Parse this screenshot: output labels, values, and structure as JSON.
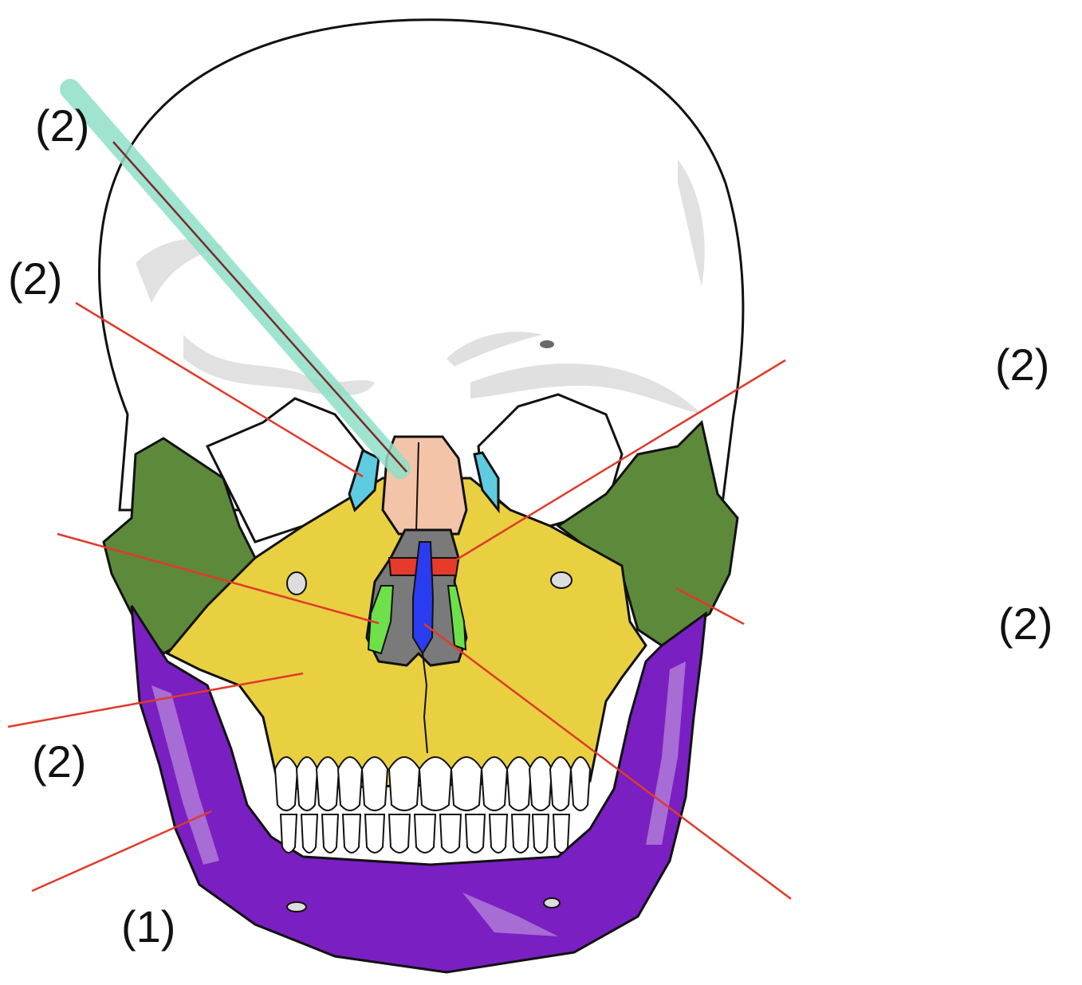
{
  "diagram": {
    "labels": [
      {
        "id": "nasal",
        "text": "(2)"
      },
      {
        "id": "lacrimal",
        "text": "(2)"
      },
      {
        "id": "inferior-concha-right",
        "text": "(2)"
      },
      {
        "id": "zygomatic-right",
        "text": "(2)"
      },
      {
        "id": "maxilla",
        "text": "(2)"
      },
      {
        "id": "mandible",
        "text": "(1)"
      }
    ],
    "colors": {
      "skull_outline": "#111111",
      "cranium": "#ffffff",
      "cranium_shading": "#d9d9d9",
      "zygomatic": "#5c8a3a",
      "maxilla": "#e8d040",
      "mandible": "#7a1fc2",
      "mandible_highlight": "#b07ad8",
      "nasal": "#f4c4a8",
      "lacrimal": "#5ecbe0",
      "inferior_concha": "#6ee04a",
      "vomer": "#2a3cf0",
      "ethmoid": "#e63a2a",
      "nasal_cavity": "#7a7a7a",
      "leader_line": "#e03a2a",
      "highlight_line": "#8fe0c8",
      "teeth": "#ffffff"
    }
  }
}
